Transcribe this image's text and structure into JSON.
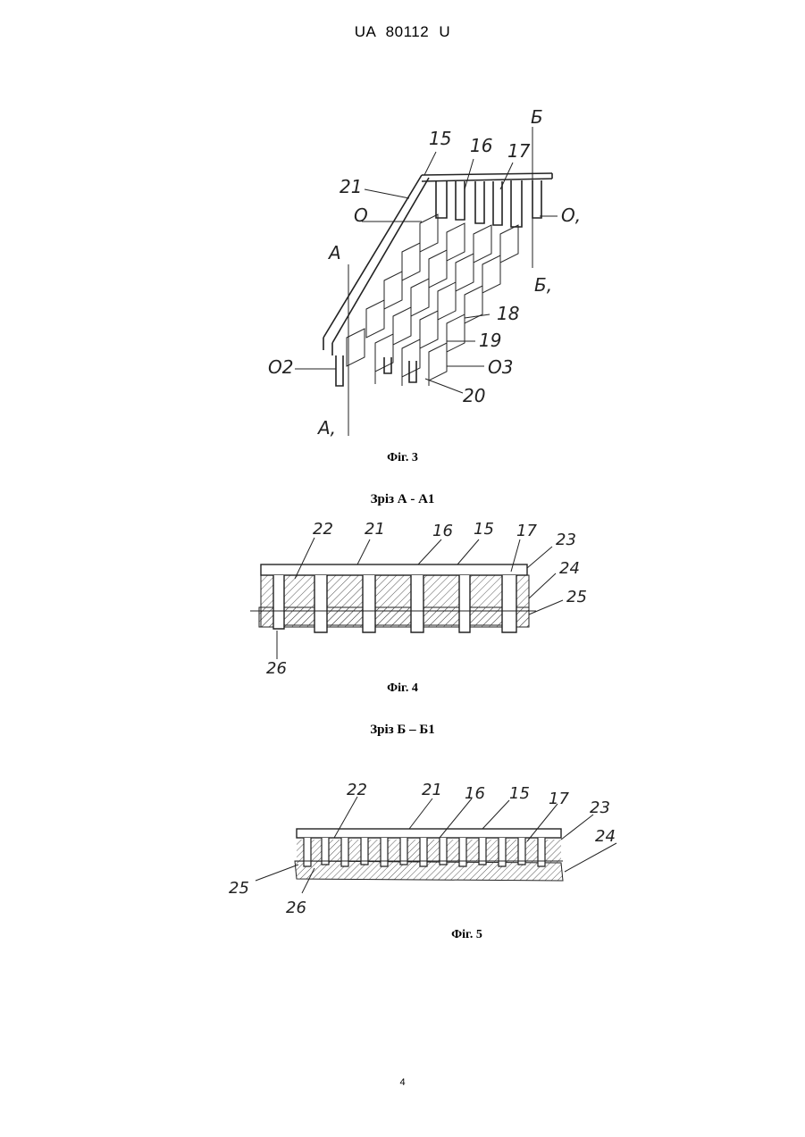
{
  "header": {
    "doc_id": "UA   80112   U"
  },
  "fig3": {
    "caption": "Фіг. 3",
    "labels": {
      "l15": "15",
      "l16": "16",
      "l17": "17",
      "lB": "Б",
      "l21": "21",
      "lO": "О",
      "lO1": "О,",
      "lA": "А",
      "lB1": "Б,",
      "l18": "18",
      "l19": "19",
      "lO2": "О2",
      "lO3": "О3",
      "l20": "20",
      "lA1": "А,"
    }
  },
  "fig4": {
    "section": "Зріз А - А1",
    "caption": "Фіг. 4",
    "labels": {
      "l22": "22",
      "l21": "21",
      "l16": "16",
      "l15": "15",
      "l17": "17",
      "l23": "23",
      "l24": "24",
      "l25": "25",
      "l26": "26"
    }
  },
  "fig5": {
    "section": "Зріз Б – Б1",
    "caption": "Фіг. 5",
    "labels": {
      "l22": "22",
      "l21": "21",
      "l16": "16",
      "l15": "15",
      "l17": "17",
      "l23": "23",
      "l24": "24",
      "l25": "25",
      "l26": "26"
    }
  },
  "footer": {
    "page_number": "4"
  }
}
